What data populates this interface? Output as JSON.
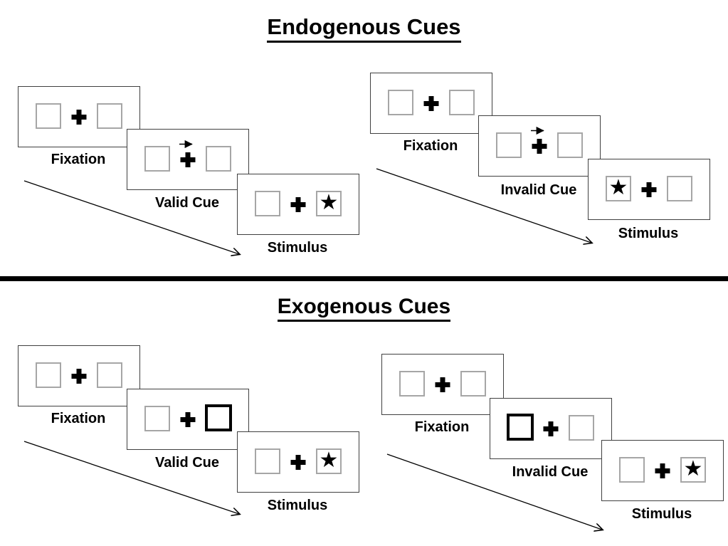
{
  "figure": {
    "description": "Posner attention cueing paradigm diagram with endogenous and exogenous cue trial sequences",
    "background": "#ffffff"
  },
  "colors": {
    "ink": "#000000",
    "panel_border": "#404040",
    "placeholder_box_border": "#a6a6a6",
    "cue_box_border": "#000000",
    "divider": "#000000"
  },
  "icons": {
    "star": "★",
    "fixation_cross": "plus-cross",
    "cue_arrow": "arrow-right",
    "timeline_arrow": "diagonal-arrow-down-right"
  },
  "sections": [
    {
      "title": "Endogenous Cues",
      "sequences": [
        {
          "name": "valid",
          "panels": [
            {
              "label": "Fixation",
              "left_box": "empty",
              "right_box": "empty",
              "cue": "none"
            },
            {
              "label": "Valid Cue",
              "left_box": "empty",
              "right_box": "empty",
              "cue": "arrow-right-above-fixation-cross"
            },
            {
              "label": "Stimulus",
              "left_box": "empty",
              "right_box": "star",
              "cue": "none"
            }
          ]
        },
        {
          "name": "invalid",
          "panels": [
            {
              "label": "Fixation",
              "left_box": "empty",
              "right_box": "empty",
              "cue": "none"
            },
            {
              "label": "Invalid Cue",
              "left_box": "empty",
              "right_box": "empty",
              "cue": "arrow-right-above-fixation-cross"
            },
            {
              "label": "Stimulus",
              "left_box": "star",
              "right_box": "empty",
              "cue": "none"
            }
          ]
        }
      ]
    },
    {
      "title": "Exogenous Cues",
      "sequences": [
        {
          "name": "valid",
          "panels": [
            {
              "label": "Fixation",
              "left_box": "empty",
              "right_box": "empty",
              "cue": "none"
            },
            {
              "label": "Valid Cue",
              "left_box": "empty",
              "right_box": "thick-outline-cue",
              "cue": "right-box-highlighted"
            },
            {
              "label": "Stimulus",
              "left_box": "empty",
              "right_box": "star",
              "cue": "none"
            }
          ]
        },
        {
          "name": "invalid",
          "panels": [
            {
              "label": "Fixation",
              "left_box": "empty",
              "right_box": "empty",
              "cue": "none"
            },
            {
              "label": "Invalid Cue",
              "left_box": "thick-outline-cue",
              "right_box": "empty",
              "cue": "left-box-highlighted"
            },
            {
              "label": "Stimulus",
              "left_box": "empty",
              "right_box": "star",
              "cue": "none"
            }
          ]
        }
      ]
    }
  ]
}
